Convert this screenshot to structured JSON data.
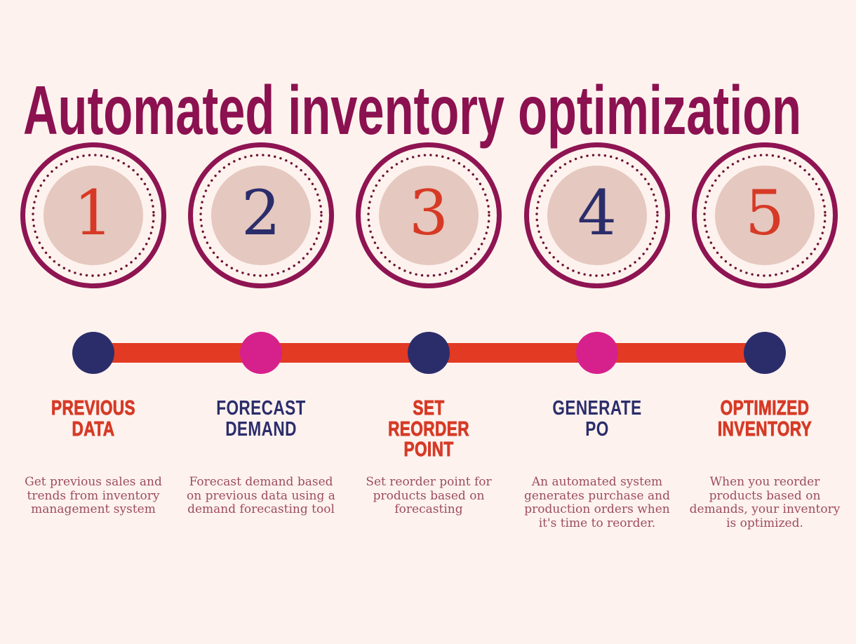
{
  "title": "Automated inventory optimization",
  "colors": {
    "background": "#fdf2ee",
    "title": "#8b1150",
    "badge_ring": "#8e1452",
    "badge_dotted_ring": "#6d1133",
    "badge_fill": "#e5c8bf",
    "timeline_bar": "#e23a23",
    "accent_red": "#d63a26",
    "accent_navy": "#2b2d6b",
    "dot_pink": "#d6218c",
    "description_text": "#9e4c60"
  },
  "steps": [
    {
      "number": "1",
      "accent": "#d63a26",
      "dot": "#2b2d6b",
      "label": "PREVIOUS\nDATA",
      "description": "Get previous sales and\ntrends from inventory\nmanagement system"
    },
    {
      "number": "2",
      "accent": "#2b2d6b",
      "dot": "#d6218c",
      "label": "FORECAST\nDEMAND",
      "description": "Forecast demand based\non previous data using a\ndemand forecasting tool"
    },
    {
      "number": "3",
      "accent": "#d63a26",
      "dot": "#2b2d6b",
      "label": "SET\nREORDER\nPOINT",
      "description": "Set reorder point for\nproducts based on\nforecasting"
    },
    {
      "number": "4",
      "accent": "#2b2d6b",
      "dot": "#d6218c",
      "label": "GENERATE\nPO",
      "description": "An automated system\ngenerates purchase and\nproduction orders when\nit's time to reorder."
    },
    {
      "number": "5",
      "accent": "#d63a26",
      "dot": "#2b2d6b",
      "label": "OPTIMIZED\nINVENTORY",
      "description": "When you reorder\nproducts based on\ndemands, your inventory\nis optimized."
    }
  ]
}
